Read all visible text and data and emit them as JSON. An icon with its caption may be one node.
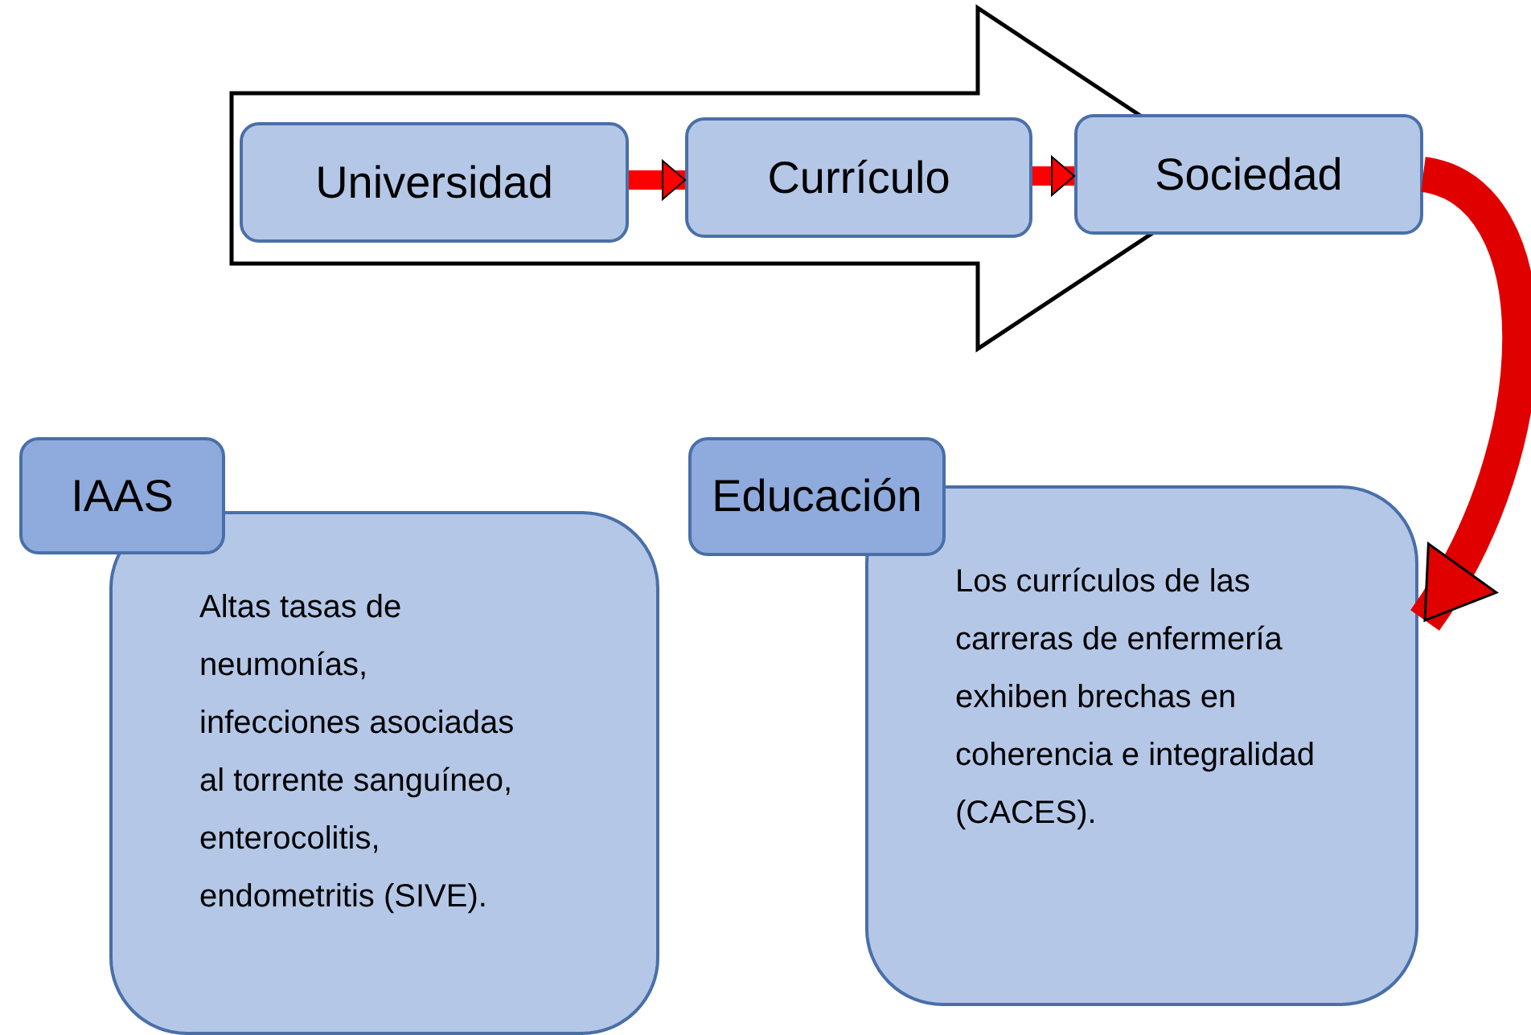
{
  "diagram": {
    "nodes": [
      {
        "text": [
          "Universidad"
        ]
      },
      {
        "text": [
          "Currículo"
        ]
      },
      {
        "text": [
          "Sociedad"
        ]
      },
      {
        "text": [
          "IAAS"
        ]
      },
      {
        "text": [
          "Altas tasas de neumonías, infecciones asociadas al torrente sanguíneo, enterocolitis, endometritis (SIVE)."
        ]
      },
      {
        "text": [
          "Educación"
        ]
      },
      {
        "text": [
          "Los currículos de las carreras de enfermería exhiben brechas en coherencia e integralidad (CACES)."
        ]
      }
    ],
    "edges": [
      {
        "from": 0,
        "to": 1,
        "arrow": "to",
        "color": "#ff0000"
      },
      {
        "from": 1,
        "to": 2,
        "arrow": "to",
        "color": "#ff0000"
      },
      {
        "from": 2,
        "to": 6,
        "arrow": "to",
        "color": "#e00000",
        "style": "thick"
      },
      {
        "from": 0,
        "to": 2,
        "arrow": "to",
        "color": "#ffffff",
        "style": "thick"
      }
    ]
  }
}
